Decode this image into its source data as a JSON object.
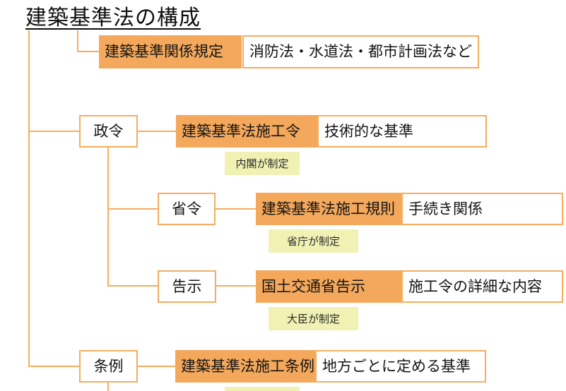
{
  "title": "建築基準法の構成",
  "colors": {
    "orange": "#F4A85C",
    "line": "#F6AC5F",
    "note_bg": "#F0F1B2"
  },
  "tree": {
    "row1": {
      "name": "建築基準関係規定",
      "desc": "消防法・水道法・都市計画法など"
    },
    "row2": {
      "label": "政令",
      "name": "建築基準法施工令",
      "desc": "技術的な基準",
      "note": "内閣が制定"
    },
    "row3": {
      "label": "省令",
      "name": "建築基準法施工規則",
      "desc": "手続き関係",
      "note": "省庁が制定"
    },
    "row4": {
      "label": "告示",
      "name": "国土交通省告示",
      "desc": "施工令の詳細な内容",
      "note": "大臣が制定"
    },
    "row5": {
      "label": "条例",
      "name": "建築基準法施工条例",
      "desc": "地方ごとに定める基準"
    }
  }
}
